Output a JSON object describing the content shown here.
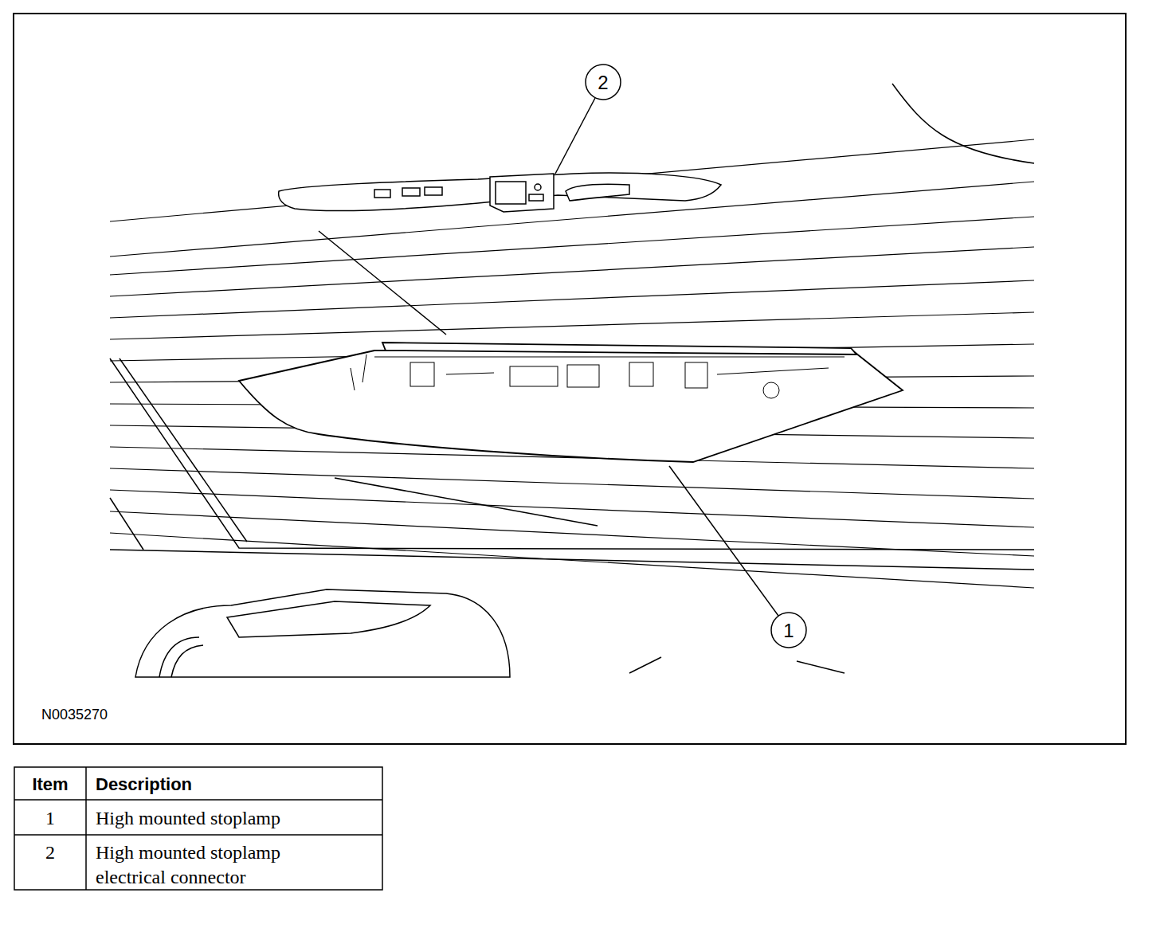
{
  "diagram": {
    "labels": [
      "2",
      "1",
      "N0035270",
      "Item",
      "Description",
      "1",
      "High mounted stoplamp",
      "2",
      "High mounted stoplamp electrical connector"
    ]
  }
}
